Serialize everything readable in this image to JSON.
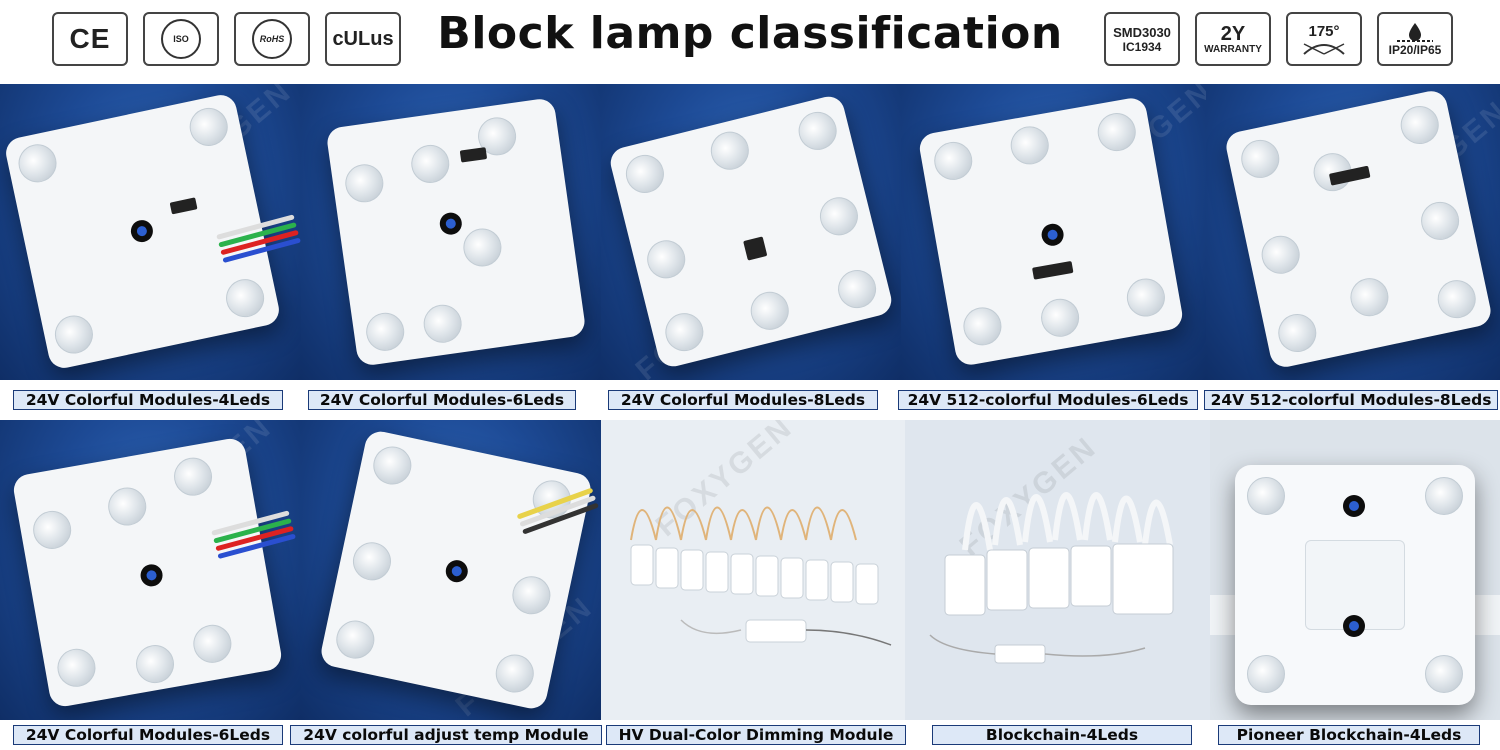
{
  "header": {
    "title": "Block lamp classification",
    "left_certs": [
      {
        "icon": "ce-mark-icon",
        "text": "CE"
      },
      {
        "icon": "iso-seal-icon",
        "text": "ISO"
      },
      {
        "icon": "rohs-icon",
        "text": "RoHS"
      },
      {
        "icon": "ul-listed-icon",
        "text": "cULus"
      }
    ],
    "right_badges": [
      {
        "icon": "chip-spec-icon",
        "line1": "SMD3030",
        "line2": "IC1934"
      },
      {
        "icon": "warranty-icon",
        "line1": "2Y",
        "line2": "WARRANTY"
      },
      {
        "icon": "beam-angle-icon",
        "line1": "175°",
        "line2": ""
      },
      {
        "icon": "waterproof-icon",
        "line1": "",
        "line2": "IP20/IP65"
      }
    ]
  },
  "watermark": "FOXYGEN",
  "products": [
    {
      "label": "24V Colorful Modules-4Leds"
    },
    {
      "label": "24V Colorful Modules-6Leds"
    },
    {
      "label": "24V Colorful Modules-8Leds"
    },
    {
      "label": "24V 512-colorful Modules-6Leds"
    },
    {
      "label": "24V 512-colorful Modules-8Leds"
    },
    {
      "label": "24V Colorful Modules-6Leds"
    },
    {
      "label": "24V colorful adjust temp Module"
    },
    {
      "label": "HV Dual-Color Dimming Module"
    },
    {
      "label": "Blockchain-4Leds"
    },
    {
      "label": "Pioneer Blockchain-4Leds"
    }
  ],
  "colors": {
    "panel_blue": "#1d4a95",
    "label_bg": "#dde8f7",
    "label_border": "#1a3a78"
  }
}
